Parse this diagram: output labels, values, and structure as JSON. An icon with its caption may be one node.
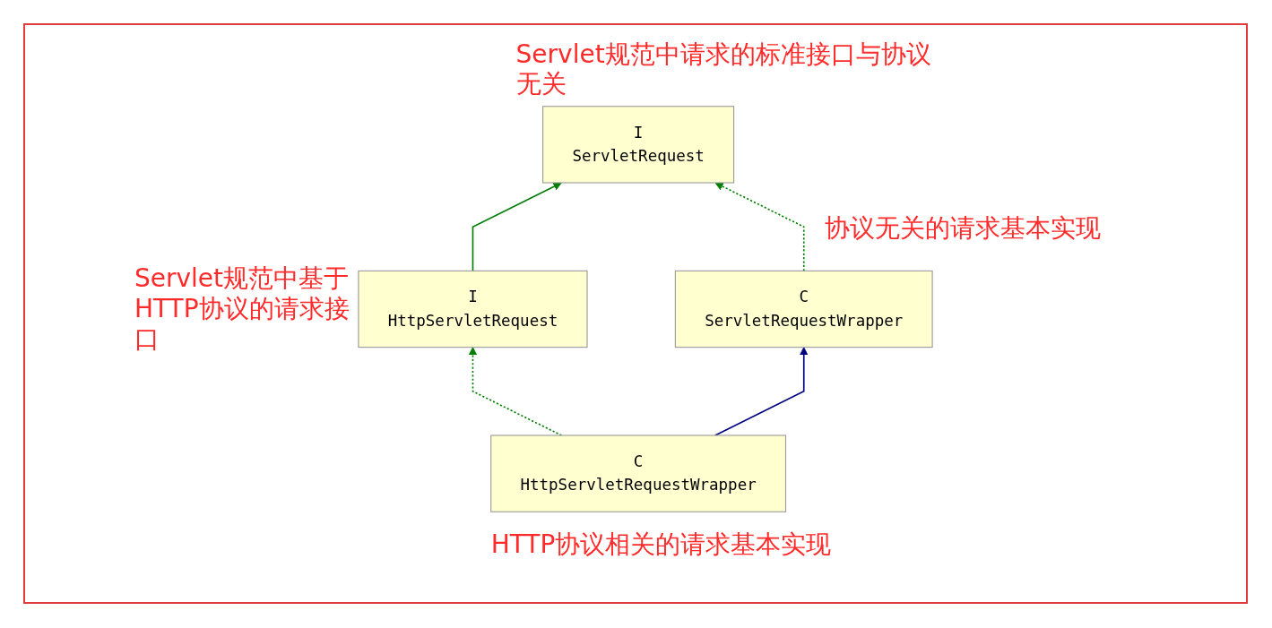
{
  "diagram": {
    "nodes": [
      {
        "text": [
          "I",
          "ServletRequest"
        ],
        "beside": [
          "Servlet规范中请求的标准接口与协议无关"
        ]
      },
      {
        "text": [
          "I",
          "HttpServletRequest"
        ],
        "beside": [
          "Servlet规范中基于HTTP协议的请求接口"
        ]
      },
      {
        "text": [
          "C",
          "ServletRequestWrapper"
        ],
        "beside": [
          "协议无关的请求基本实现"
        ]
      },
      {
        "text": [
          "C",
          "HttpServletRequestWrapper"
        ],
        "beside": [
          "HTTP协议相关的请求基本实现"
        ]
      }
    ],
    "edges": [
      {
        "from": 1,
        "to": 0,
        "arrow": "to"
      },
      {
        "from": 2,
        "to": 0,
        "arrow": "to",
        "style": "dashed"
      },
      {
        "from": 3,
        "to": 1,
        "arrow": "to",
        "style": "dashed"
      },
      {
        "from": 3,
        "to": 2,
        "arrow": "to",
        "color": "#000080"
      }
    ]
  }
}
